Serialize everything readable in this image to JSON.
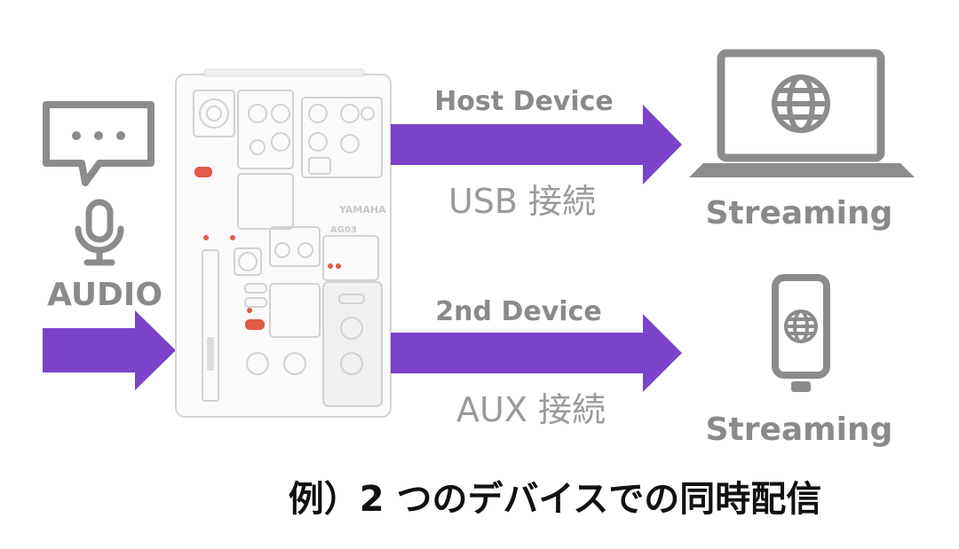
{
  "audio_label": "AUDIO",
  "device": {
    "brand": "YAMAHA",
    "model": "AG03"
  },
  "flows": [
    {
      "device_label": "Host Device",
      "connection_label": "USB 接続",
      "target_label": "Streaming",
      "target": "laptop"
    },
    {
      "device_label": "2nd Device",
      "connection_label": "AUX 接続",
      "target_label": "Streaming",
      "target": "smartphone"
    }
  ],
  "caption": "例）2 つのデバイスでの同時配信",
  "icons": [
    "speech-bubble-icon",
    "microphone-icon",
    "globe-icon",
    "laptop-icon",
    "smartphone-icon"
  ],
  "colors": {
    "arrow": "#7a43c9",
    "icon_gray": "#8c8c8c",
    "label_gray": "#8a8a8a",
    "mixer_outline": "#d9d9d9",
    "mixer_red": "#e25a4a"
  }
}
